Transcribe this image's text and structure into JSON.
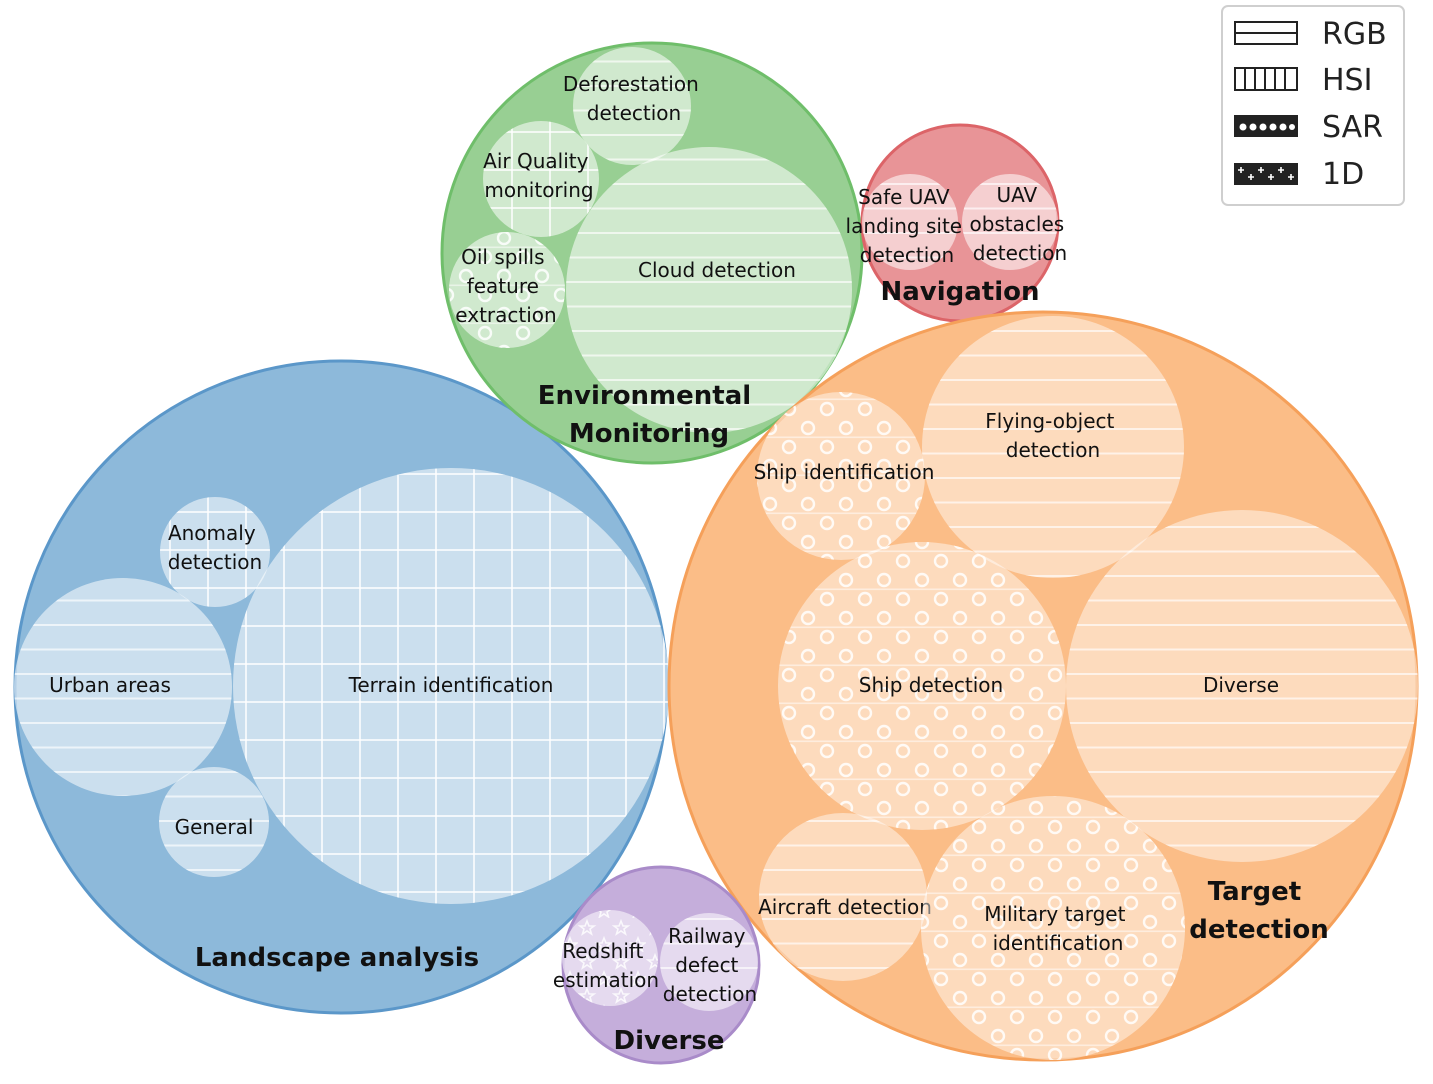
{
  "legend": {
    "items": [
      {
        "id": "rgb",
        "label": "RGB"
      },
      {
        "id": "hsi",
        "label": "HSI"
      },
      {
        "id": "sar",
        "label": "SAR"
      },
      {
        "id": "1d",
        "label": "1D"
      }
    ]
  },
  "groups": [
    {
      "id": "landscape",
      "label_lines": [
        "Landscape analysis"
      ],
      "color": "#8db9da",
      "stroke": "#5b97c9",
      "members": [
        {
          "id": "terrain",
          "lines": [
            "Terrain identification"
          ],
          "modality": "hsi"
        },
        {
          "id": "urban",
          "lines": [
            "Urban areas"
          ],
          "modality": "rgb"
        },
        {
          "id": "anomaly",
          "lines": [
            "Anomaly",
            "detection"
          ],
          "modality": "hsi"
        },
        {
          "id": "general",
          "lines": [
            "General"
          ],
          "modality": "rgb"
        }
      ]
    },
    {
      "id": "environmental",
      "label_lines": [
        "Environmental",
        "Monitoring"
      ],
      "color": "#98cf93",
      "stroke": "#6fbe6a",
      "members": [
        {
          "id": "cloud",
          "lines": [
            "Cloud detection"
          ],
          "modality": "rgb"
        },
        {
          "id": "deforestation",
          "lines": [
            "Deforestation",
            "detection"
          ],
          "modality": "rgb"
        },
        {
          "id": "air",
          "lines": [
            "Air Quality",
            "monitoring"
          ],
          "modality": "hsi"
        },
        {
          "id": "oil",
          "lines": [
            "Oil spills",
            "feature",
            "extraction"
          ],
          "modality": "sar"
        }
      ]
    },
    {
      "id": "navigation",
      "label_lines": [
        "Navigation"
      ],
      "color": "#e89497",
      "stroke": "#dc6468",
      "members": [
        {
          "id": "safe-uav",
          "lines": [
            "Safe UAV",
            "landing site",
            "detection"
          ],
          "modality": "rgb"
        },
        {
          "id": "uav-obstacles",
          "lines": [
            "UAV",
            "obstacles",
            "detection"
          ],
          "modality": "rgb"
        }
      ]
    },
    {
      "id": "target",
      "label_lines": [
        "Target",
        "detection"
      ],
      "color": "#fbbd87",
      "stroke": "#f5a05a",
      "members": [
        {
          "id": "ship-detection",
          "lines": [
            "Ship detection"
          ],
          "modality": "sar"
        },
        {
          "id": "diverse-target",
          "lines": [
            "Diverse"
          ],
          "modality": "rgb"
        },
        {
          "id": "flying",
          "lines": [
            "Flying-object",
            "detection"
          ],
          "modality": "rgb"
        },
        {
          "id": "ship-identification",
          "lines": [
            "Ship identification"
          ],
          "modality": "sar"
        },
        {
          "id": "aircraft",
          "lines": [
            "Aircraft detection"
          ],
          "modality": "rgb"
        },
        {
          "id": "military",
          "lines": [
            "Military target",
            "identification"
          ],
          "modality": "sar"
        }
      ]
    },
    {
      "id": "diverse",
      "label_lines": [
        "Diverse"
      ],
      "color": "#c5aedb",
      "stroke": "#a98bc9",
      "members": [
        {
          "id": "redshift",
          "lines": [
            "Redshift",
            "estimation"
          ],
          "modality": "1d"
        },
        {
          "id": "railway",
          "lines": [
            "Railway",
            "defect",
            "detection"
          ],
          "modality": "rgb"
        }
      ]
    }
  ]
}
